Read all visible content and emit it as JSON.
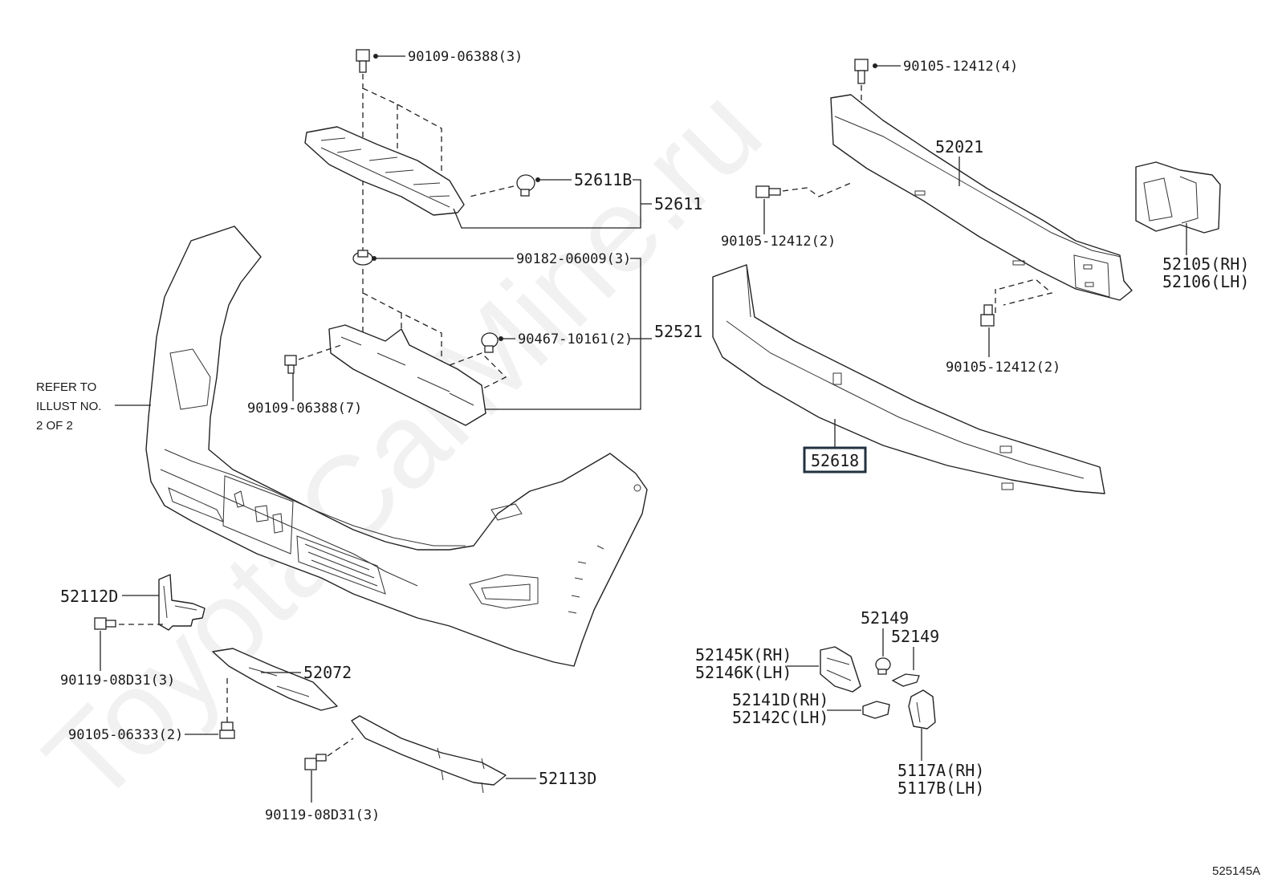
{
  "watermark": "ToyotaCarMine.ru",
  "figure_code": "525145A",
  "note": {
    "line1": "REFER TO",
    "line2": "ILLUST NO.",
    "line3": "2 OF 2"
  },
  "labels": {
    "bolt_90109_06388_3": "90109-06388(3)",
    "clip_52611B": "52611B",
    "group_52611": "52611",
    "nut_90182_06009_3": "90182-06009(3)",
    "clip_90467_10161_2": "90467-10161(2)",
    "group_52521": "52521",
    "bolt_90109_06388_7": "90109-06388(7)",
    "bolt_90105_12412_4": "90105-12412(4)",
    "reinforcement_52021": "52021",
    "bolt_90105_12412_2_left": "90105-12412(2)",
    "bracket_52105_rh": "52105(RH)",
    "bracket_52106_lh": "52106(LH)",
    "bolt_90105_12412_2_lower": "90105-12412(2)",
    "absorber_52618": "52618",
    "support_52112D": "52112D",
    "bolt_90119_08D31_3_upper": "90119-08D31(3)",
    "cover_52072": "52072",
    "bolt_90105_06333_2": "90105-06333(2)",
    "bolt_90119_08D31_3_lower": "90119-08D31(3)",
    "support_52113D": "52113D",
    "retainer_52149_a": "52149",
    "retainer_52149_b": "52149",
    "bracket_52145K_rh": "52145K(RH)",
    "bracket_52146K_lh": "52146K(LH)",
    "bracket_52141D_rh": "52141D(RH)",
    "bracket_52142C_lh": "52142C(LH)",
    "bracket_5117A_rh": "5117A(RH)",
    "bracket_5117B_lh": "5117B(LH)"
  }
}
